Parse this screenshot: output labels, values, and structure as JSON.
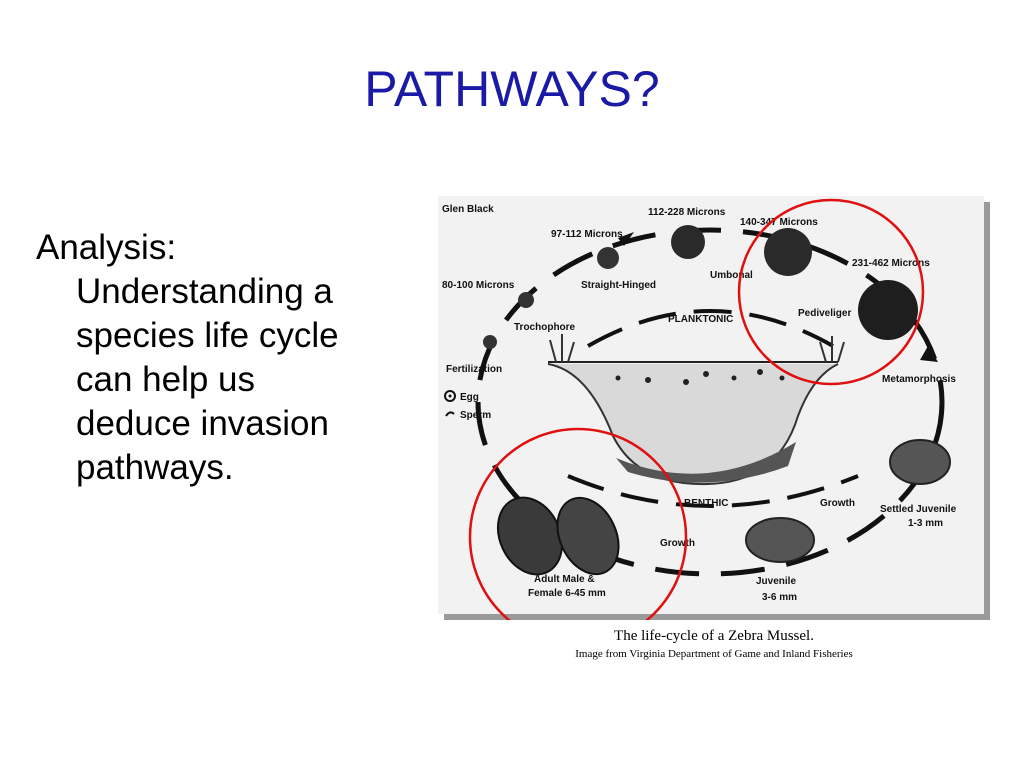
{
  "slide": {
    "title": "PATHWAYS?",
    "body_lines": [
      "Analysis:",
      "Understanding a",
      "species life cycle",
      "can help us",
      "deduce invasion",
      "pathways."
    ]
  },
  "diagram": {
    "credit": "Glen Black",
    "stages": {
      "microns_80_100": "80-100 Microns",
      "microns_97_112": "97-112 Microns",
      "microns_112_228": "112-228  Microns",
      "microns_140_347": "140-347  Microns",
      "microns_231_462": "231-462  Microns",
      "straight_hinged": "Straight-Hinged",
      "umbonal": "Umbonal",
      "trochophore": "Trochophore",
      "pediveliger": "Pediveliger",
      "planktonic": "PLANKTONIC",
      "fertilization": "Fertilization",
      "egg": "Egg",
      "sperm": "Sperm",
      "metamorphosis": "Metamorphosis",
      "benthic": "BENTHIC",
      "growth_right": "Growth",
      "growth_left": "Growth",
      "settled_juvenile": "Settled Juvenile",
      "settled_size": "1-3 mm",
      "juvenile": "Juvenile",
      "juvenile_size": "3-6 mm",
      "adult_line1": "Adult Male &",
      "adult_line2": "Female 6-45 mm"
    },
    "highlight_color": "#e01010"
  },
  "caption": {
    "line1": "The life-cycle of a Zebra Mussel.",
    "line2": "Image from Virginia Department of Game and Inland Fisheries"
  }
}
